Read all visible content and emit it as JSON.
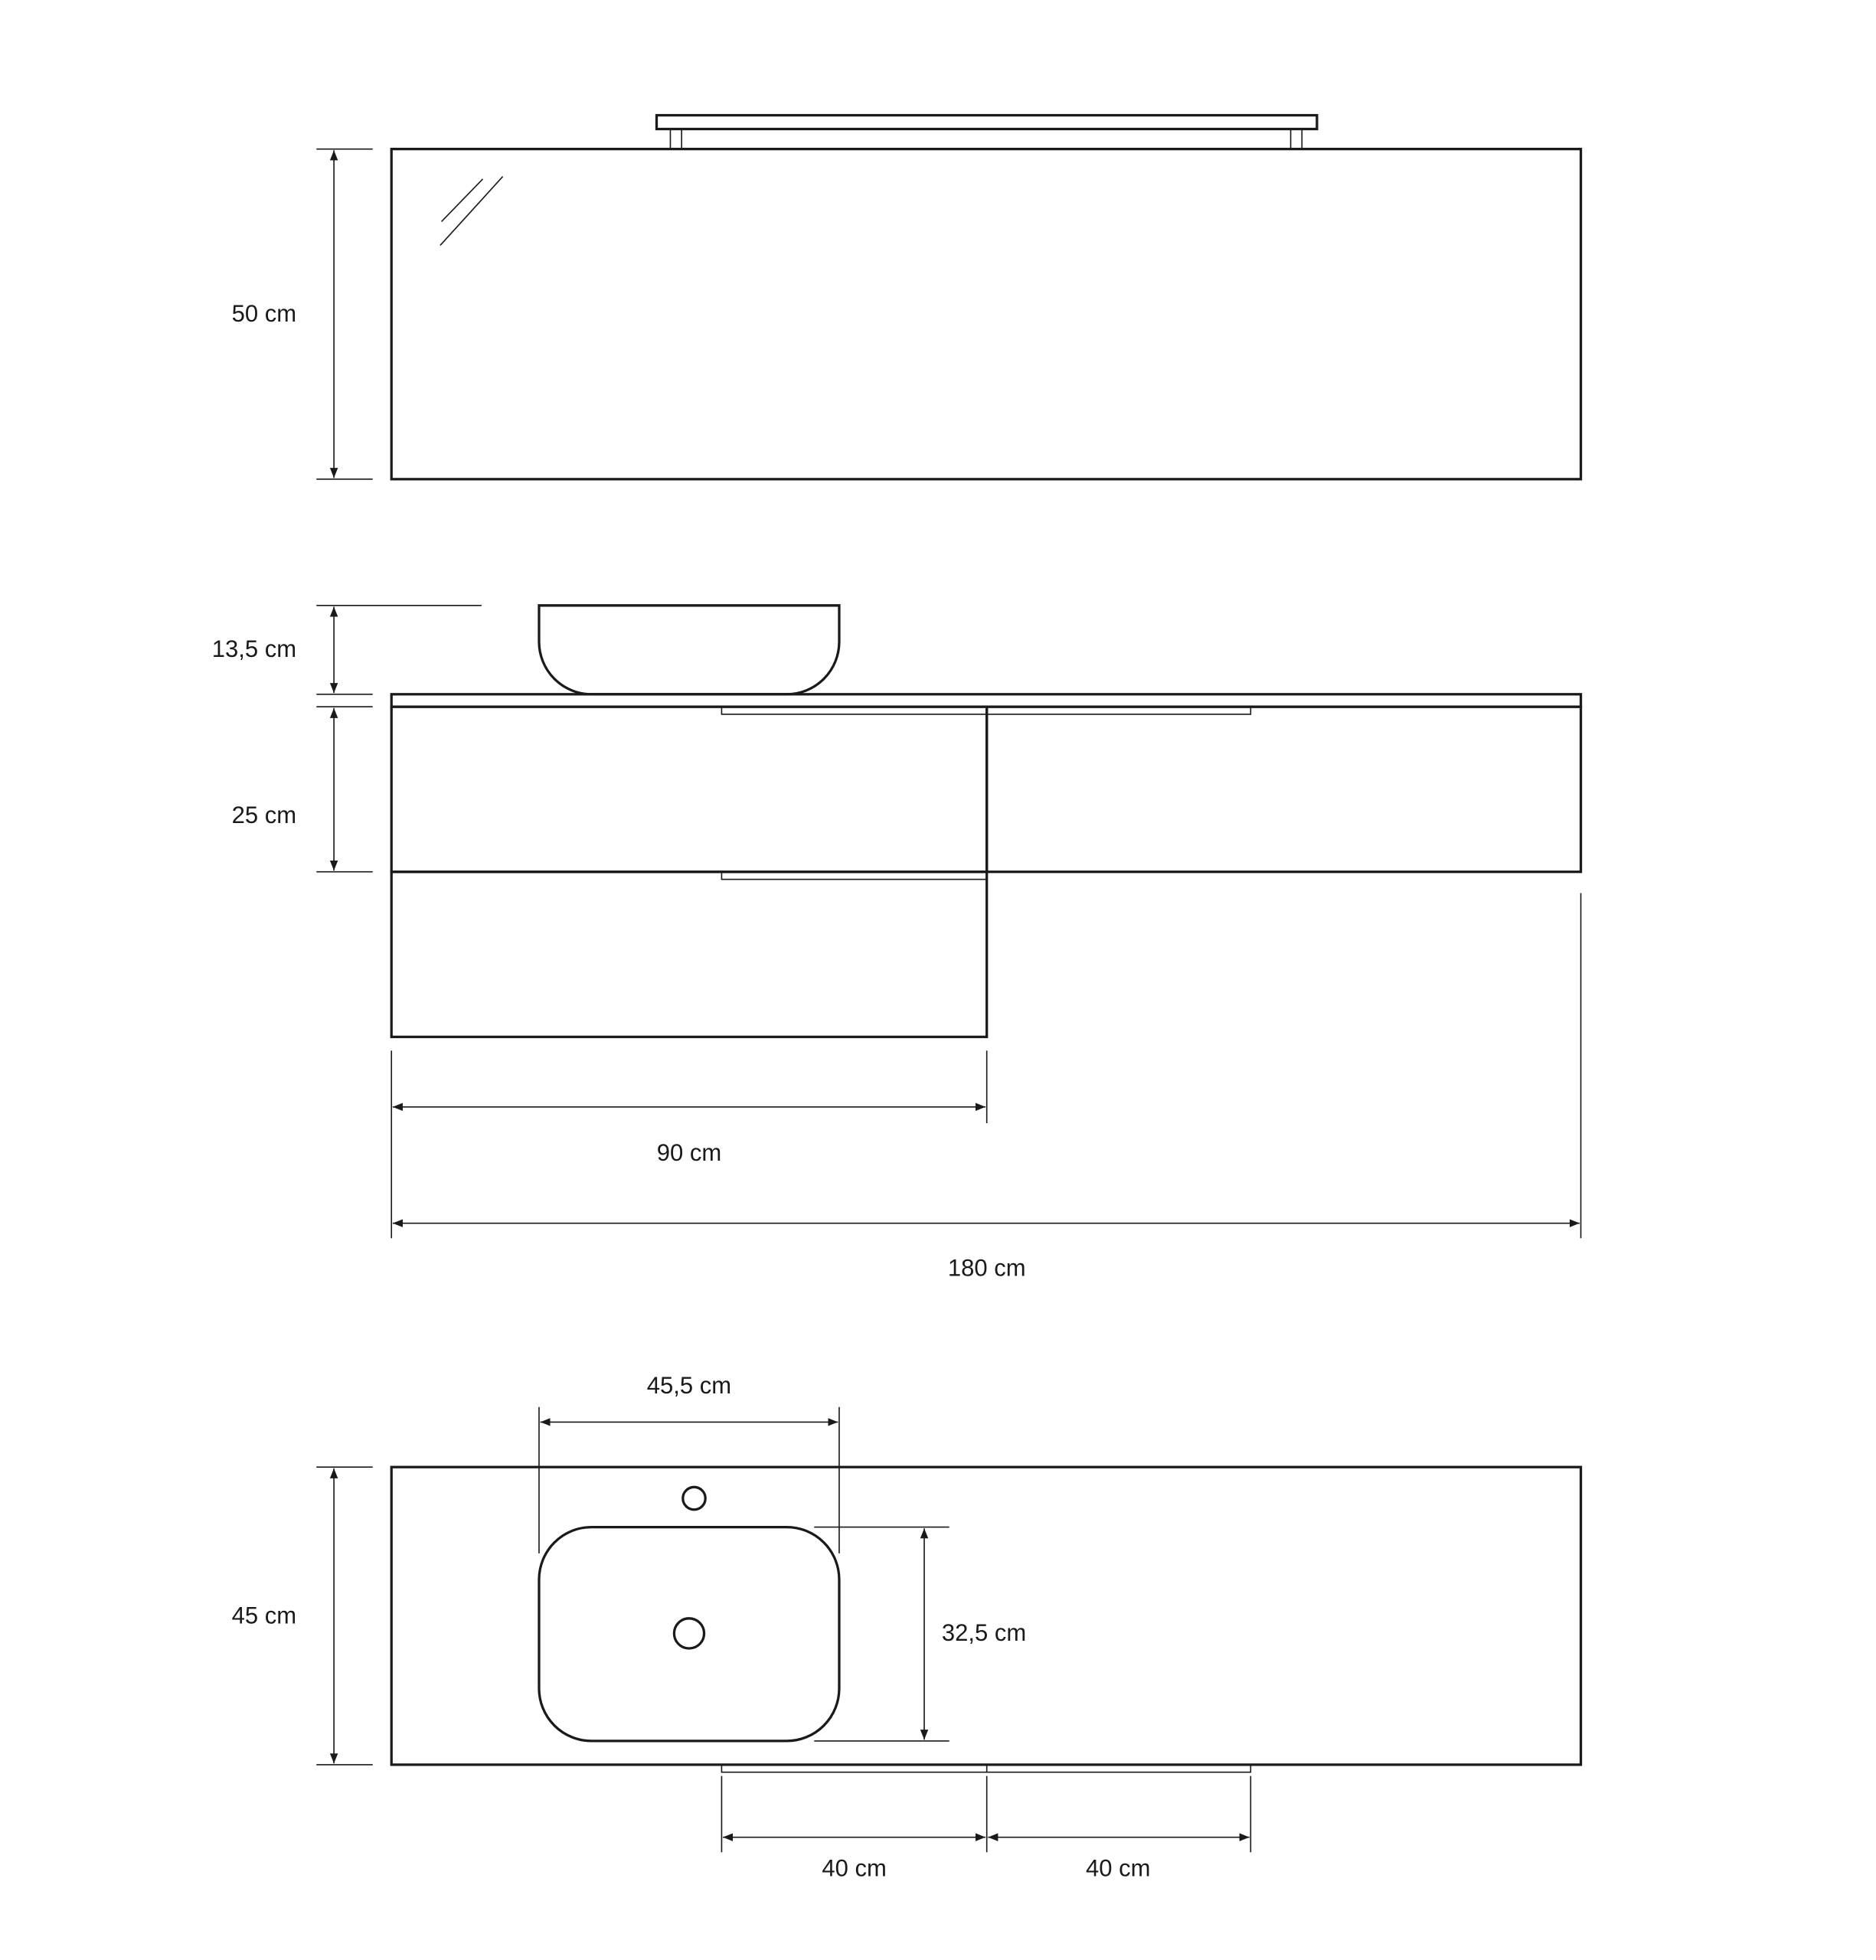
{
  "mirror_view": {
    "height_label": "50 cm"
  },
  "front_view": {
    "basin_height_label": "13,5 cm",
    "drawer_height_label": "25 cm",
    "half_width_label": "90 cm",
    "total_width_label": "180 cm"
  },
  "top_view": {
    "basin_width_label": "45,5 cm",
    "basin_depth_label": "32,5 cm",
    "depth_label": "45 cm",
    "handle_left_label": "40 cm",
    "handle_right_label": "40 cm"
  },
  "colors": {
    "line": "#1a1a1a",
    "background": "#ffffff"
  }
}
